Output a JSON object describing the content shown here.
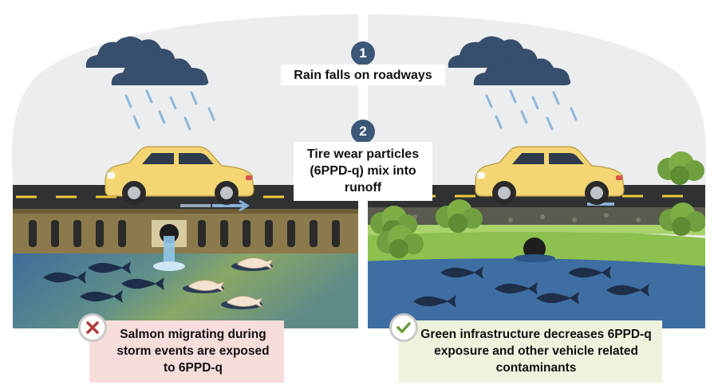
{
  "steps": [
    {
      "number": "1",
      "label": "Rain falls on roadways"
    },
    {
      "number": "2",
      "label": "Tire wear particles (6PPD-q) mix into runoff"
    }
  ],
  "callouts": {
    "bad": {
      "text": "Salmon migrating during storm events are exposed to 6PPD-q",
      "icon": "x-mark-icon"
    },
    "good": {
      "text": "Green infrastructure decreases 6PPD-q exposure and other vehicle related contaminants",
      "icon": "check-mark-icon"
    }
  },
  "colors": {
    "step_badge": "#3b5878",
    "bad_callout": "#f7dcdc",
    "good_callout": "#eef3dd",
    "bad_icon": "#b23a3a",
    "good_icon": "#6e9c3a",
    "car": "#f3d573",
    "water": "#3f6ea3",
    "road": "#2f3133"
  }
}
